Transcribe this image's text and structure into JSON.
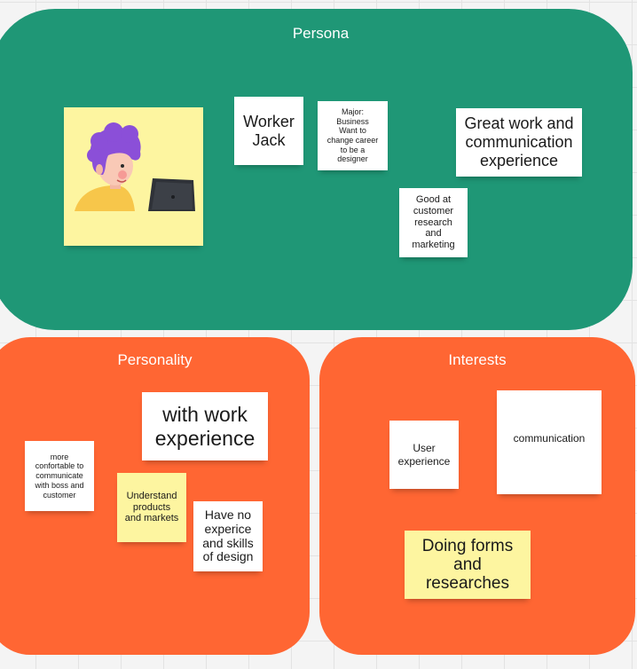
{
  "frames": {
    "persona": {
      "title": "Persona",
      "color": "#1f9776"
    },
    "personality": {
      "title": "Personality",
      "color": "#ff6633"
    },
    "interests": {
      "title": "Interests",
      "color": "#ff6633"
    }
  },
  "sticky_colors": {
    "white": "#ffffff",
    "yellow": "#fdf5a0"
  },
  "persona_notes": {
    "avatar": {
      "icon": "person-at-laptop-illustration"
    },
    "worker_jack": [
      "Worker",
      "Jack"
    ],
    "major": [
      "Major:",
      "Business",
      "Want to",
      "change career",
      "to be a",
      "designer"
    ],
    "great_work": [
      "Great work and",
      "communication",
      "experience"
    ],
    "good_at": [
      "Good at",
      "customer",
      "research",
      "and",
      "marketing"
    ]
  },
  "personality_notes": {
    "with_work": [
      "with work",
      "experience"
    ],
    "more_comfortable": [
      "more",
      "confortable to",
      "communicate",
      "with boss and",
      "customer"
    ],
    "understand": [
      "Understand",
      "products",
      "and markets"
    ],
    "have_no": [
      "Have no",
      "experice",
      "and skills",
      "of design"
    ]
  },
  "interests_notes": {
    "user_experience": [
      "User",
      "experience"
    ],
    "communication": [
      "communication"
    ],
    "doing_forms": [
      "Doing forms",
      "and",
      "researches"
    ]
  }
}
